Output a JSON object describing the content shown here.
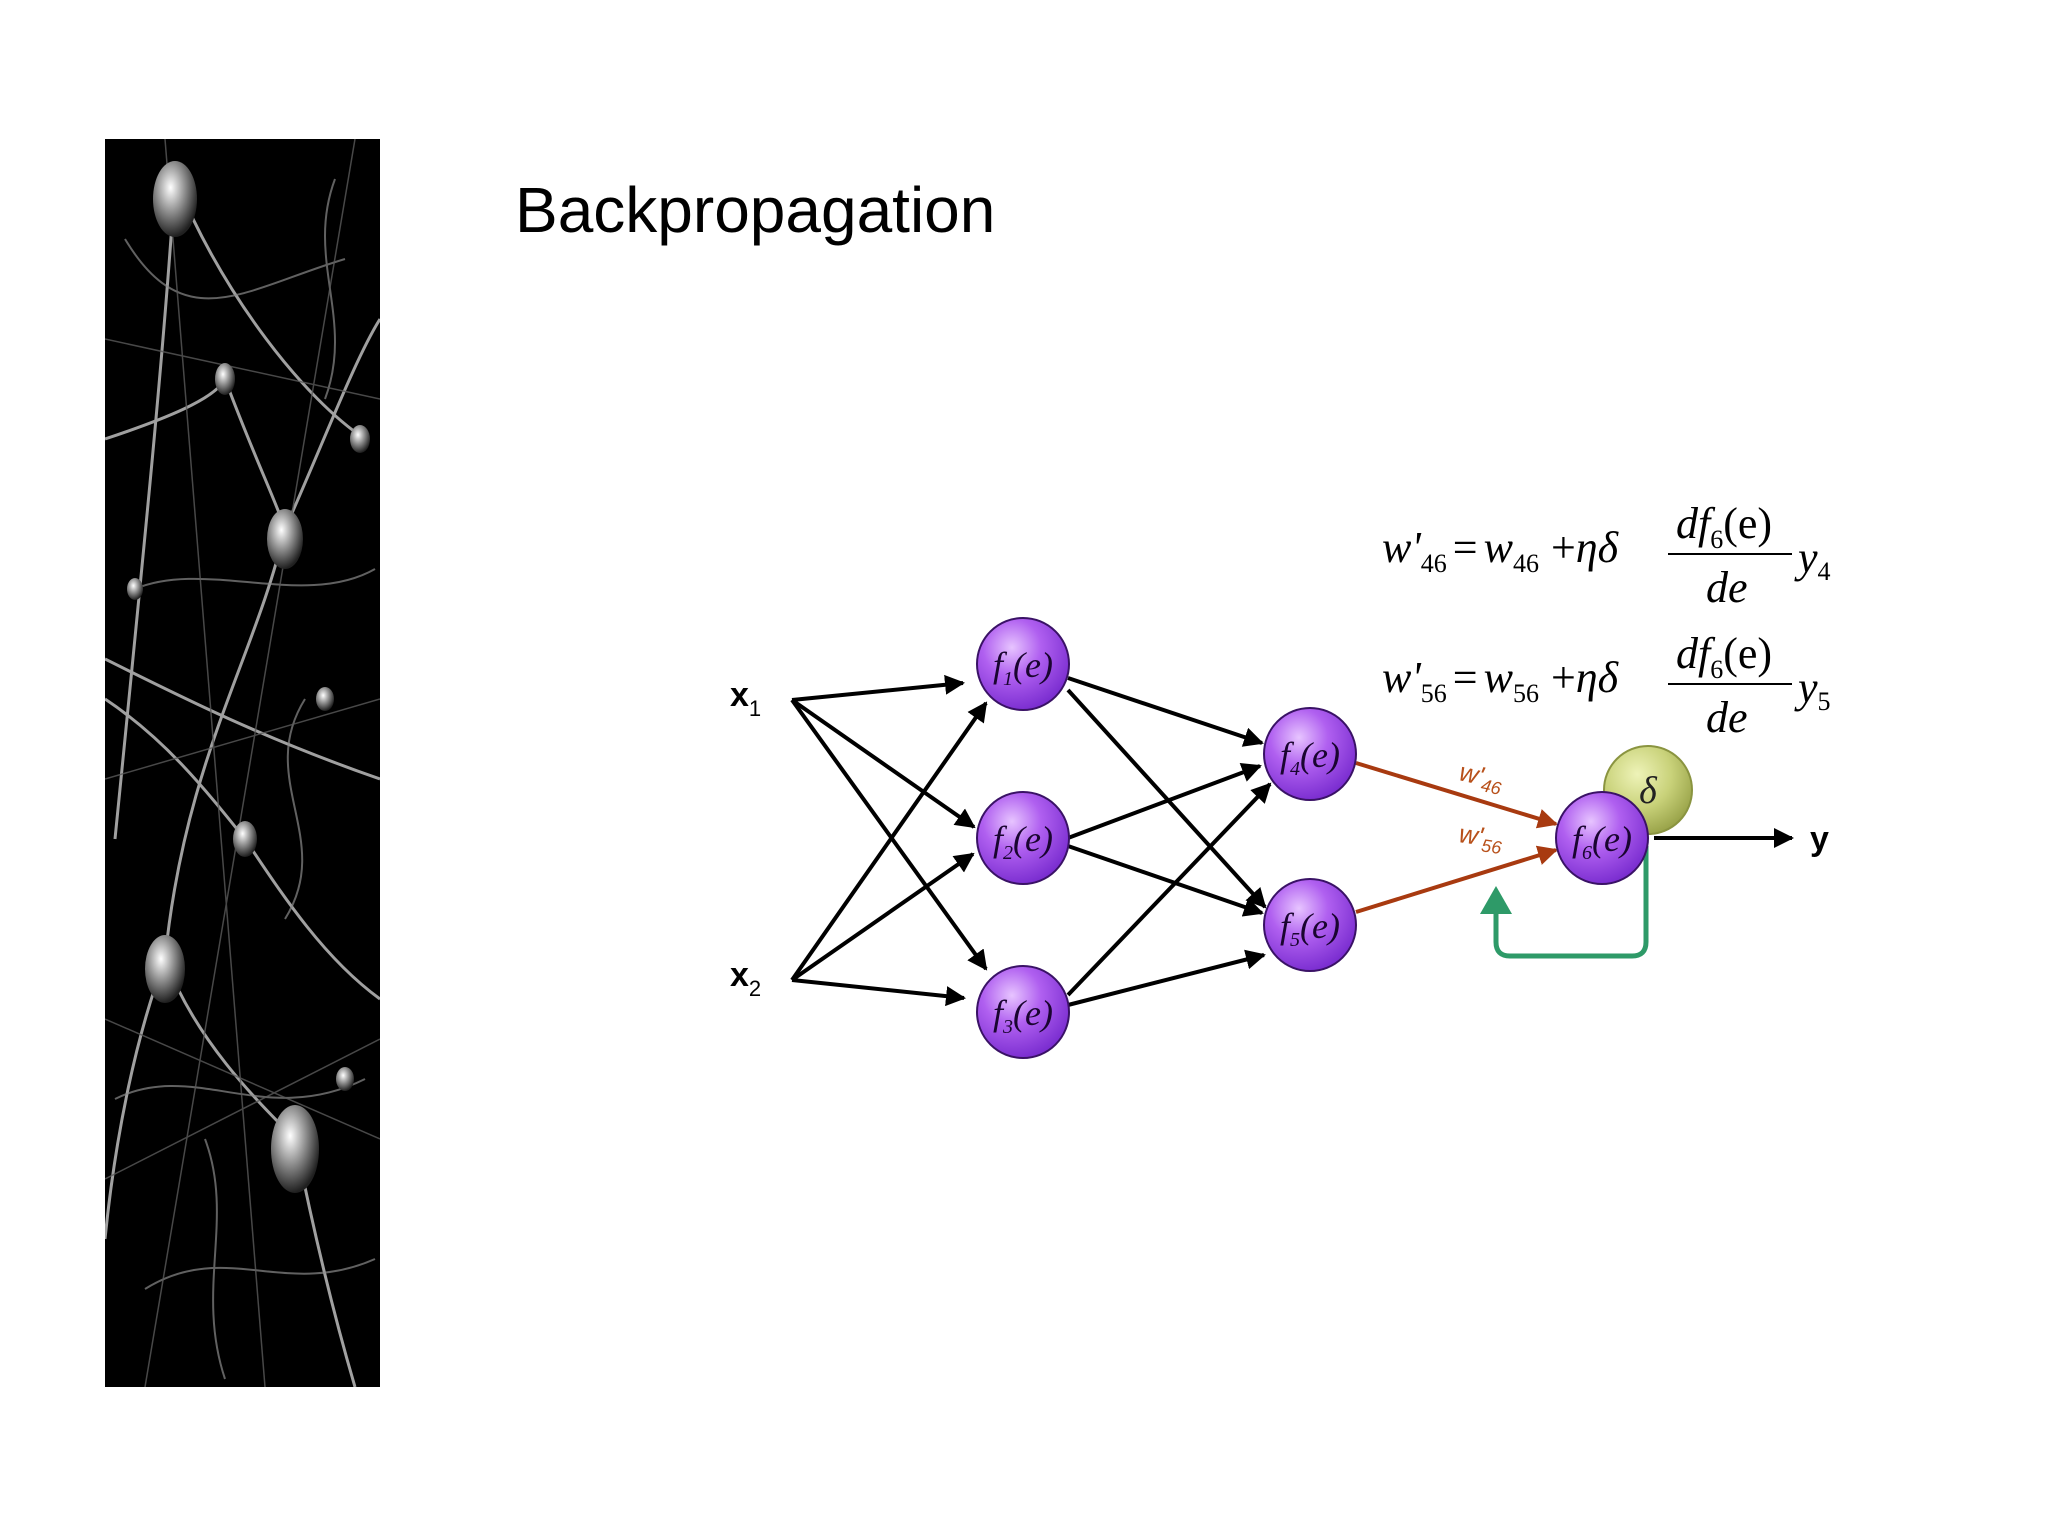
{
  "slide": {
    "title": "Backpropagation",
    "image_description_icon": "neuron-network-photo"
  },
  "inputs": [
    {
      "base": "x",
      "sub": "1"
    },
    {
      "base": "x",
      "sub": "2"
    }
  ],
  "output": {
    "label": "y"
  },
  "neurons": [
    {
      "f": "f",
      "sub": "1",
      "arg": "(e)"
    },
    {
      "f": "f",
      "sub": "2",
      "arg": "(e)"
    },
    {
      "f": "f",
      "sub": "3",
      "arg": "(e)"
    },
    {
      "f": "f",
      "sub": "4",
      "arg": "(e)"
    },
    {
      "f": "f",
      "sub": "5",
      "arg": "(e)"
    },
    {
      "f": "f",
      "sub": "6",
      "arg": "(e)"
    }
  ],
  "error_node": {
    "label": "δ"
  },
  "weights": [
    {
      "base": "w'",
      "sub": "46"
    },
    {
      "base": "w'",
      "sub": "56"
    }
  ],
  "equations": [
    {
      "lhs": "w'",
      "lhs_sub": "46",
      "eq": "=",
      "w": "w",
      "w_sub": "46",
      "op": "+",
      "eta": "η",
      "delta": "δ",
      "num_d": "df",
      "num_sub": "6",
      "num_arg": "(e)",
      "den": "de",
      "y": "y",
      "y_sub": "4"
    },
    {
      "lhs": "w'",
      "lhs_sub": "56",
      "eq": "=",
      "w": "w",
      "w_sub": "56",
      "op": "+",
      "eta": "η",
      "delta": "δ",
      "num_d": "df",
      "num_sub": "6",
      "num_arg": "(e)",
      "den": "de",
      "y": "y",
      "y_sub": "5"
    }
  ],
  "colors": {
    "neuron_fill": "#b060f0",
    "neuron_dark": "#7a2dd0",
    "error_fill": "#c9d27a",
    "forward_arrow": "#000000",
    "weight_arrow": "#a83a10",
    "feedback_arrow": "#2e9a68"
  }
}
